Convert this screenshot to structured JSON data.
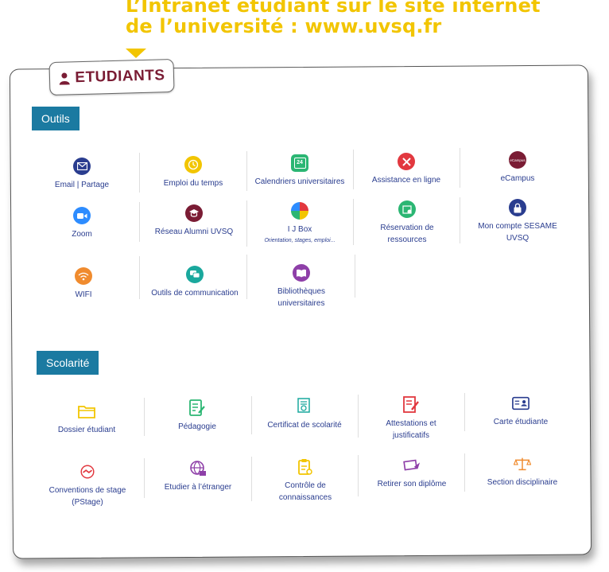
{
  "headline": {
    "line1": "L’Intranet étudiant sur le site internet",
    "line2": "de l’université : www.uvsq.fr"
  },
  "tab": {
    "label": "ETUDIANTS",
    "icon": "person-icon"
  },
  "sections": {
    "outils": {
      "label": "Outils",
      "items": [
        {
          "label": "Email | Partage",
          "icon": "mail-icon",
          "color": "#2a3d8f"
        },
        {
          "label": "Emploi du temps",
          "icon": "clock-icon",
          "color": "#f2c500"
        },
        {
          "label": "Calendriers universitaires",
          "icon": "calendar-icon",
          "color": "#2bb673",
          "icon_text": "24"
        },
        {
          "label": "Assistance en ligne",
          "icon": "tools-icon",
          "color": "#e2383f"
        },
        {
          "label": "eCampus",
          "icon": "ecampus-icon",
          "color": "#7a1c34",
          "icon_text": "eCampus"
        },
        {
          "label": "Zoom",
          "icon": "camera-icon",
          "color": "#2d8cff"
        },
        {
          "label": "Réseau Alumni UVSQ",
          "icon": "graduation-cap-icon",
          "color": "#7a1c34"
        },
        {
          "label": "I J Box",
          "sub": "Orientation, stages, emploi...",
          "icon": "ijbox-icon"
        },
        {
          "label": "Réservation de ressources",
          "icon": "calendar-gear-icon",
          "color": "#2bb673"
        },
        {
          "label": "Mon compte SESAME UVSQ",
          "icon": "lock-icon",
          "color": "#2a3d8f"
        },
        {
          "label": "WIFI",
          "icon": "wifi-icon",
          "color": "#f08b2e"
        },
        {
          "label": "Outils de communication",
          "icon": "chat-icon",
          "color": "#1aa89d"
        },
        {
          "label": "Bibliothèques universitaires",
          "icon": "book-icon",
          "color": "#8e3fa8"
        }
      ]
    },
    "scolarite": {
      "label": "Scolarité",
      "items": [
        {
          "label": "Dossier étudiant",
          "icon": "folder-icon",
          "color": "#f2c500"
        },
        {
          "label": "Pédagogie",
          "icon": "edit-document-icon",
          "color": "#2bb673"
        },
        {
          "label": "Certificat de scolarité",
          "icon": "certificate-icon",
          "color": "#1aa89d"
        },
        {
          "label": "Attestations et justificatifs",
          "icon": "signed-document-icon",
          "color": "#e2383f"
        },
        {
          "label": "Carte étudiante",
          "icon": "id-card-icon",
          "color": "#2a3d8f"
        },
        {
          "label": "Conventions de stage (PStage)",
          "icon": "handshake-icon",
          "color": "#e2383f"
        },
        {
          "label": "Etudier à l’étranger",
          "icon": "globe-icon",
          "color": "#8e3fa8"
        },
        {
          "label": "Contrôle de connaissances",
          "icon": "clipboard-icon",
          "color": "#f2c500"
        },
        {
          "label": "Retirer son diplôme",
          "icon": "diploma-icon",
          "color": "#8e3fa8"
        },
        {
          "label": "Section disciplinaire",
          "icon": "scales-icon",
          "color": "#f08b2e"
        }
      ]
    }
  }
}
